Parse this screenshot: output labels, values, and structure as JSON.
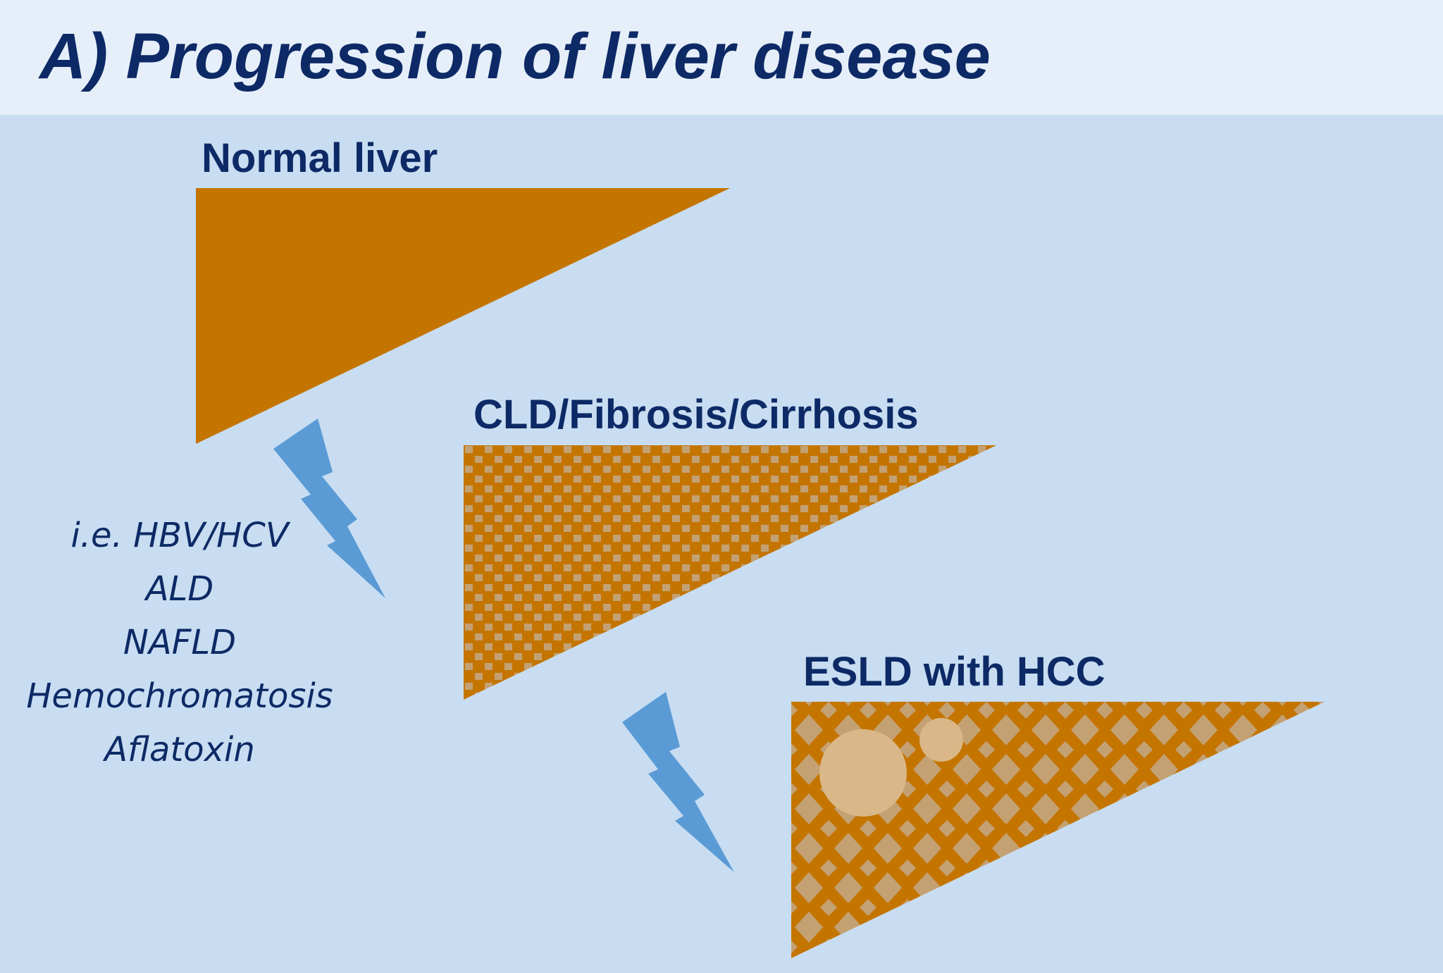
{
  "title": "A) Progression of liver disease",
  "stages": {
    "normal": {
      "label": "Normal liver"
    },
    "cld": {
      "label": "CLD/Fibrosis/Cirrhosis"
    },
    "esld": {
      "label": "ESLD with HCC"
    }
  },
  "causes": [
    "i.e. HBV/HCV",
    "ALD",
    "NAFLD",
    "Hemochromatosis",
    "Aflatoxin"
  ],
  "colors": {
    "background": "#c8ddf1",
    "header_band": "#e6eff9",
    "text": "#0d2a66",
    "liver": "#c47500",
    "fibrosis_pattern": "#c4a173",
    "tumor": "#dab788",
    "lightning": "#5b9bd5"
  }
}
